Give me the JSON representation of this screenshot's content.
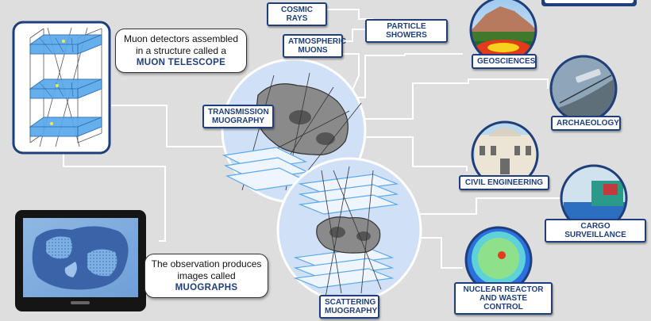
{
  "labels": {
    "cosmic_rays": "COSMIC RAYS",
    "particle_showers": "PARTICLE SHOWERS",
    "atmospheric_muons_1": "ATMOSPHERIC",
    "atmospheric_muons_2": "MUONS",
    "transmission_1": "TRANSMISSION",
    "transmission_2": "MUOGRAPHY",
    "scattering_1": "SCATTERING",
    "scattering_2": "MUOGRAPHY"
  },
  "telescope_caption": {
    "line1": "Muon detectors assembled",
    "line2": "in a structure called a",
    "emphasis": "MUON TELESCOPE"
  },
  "muograph_caption": {
    "line1": "The observation produces",
    "line2": "images called",
    "emphasis": "MUOGRAPHS"
  },
  "applications": {
    "geosciences": "GEOSCIENCES",
    "archaeology": "ARCHAEOLOGY",
    "civil_engineering": "CIVIL ENGINEERING",
    "cargo_surveillance": "CARGO SURVEILLANCE",
    "nuclear_1": "NUCLEAR REACTOR",
    "nuclear_2": "AND WASTE CONTROL"
  },
  "colors": {
    "label_text": "#1f3f7a",
    "connector": "#ffffff",
    "circle_fill": "#cfe0f7",
    "detector_blue": "#5aa9ec"
  }
}
